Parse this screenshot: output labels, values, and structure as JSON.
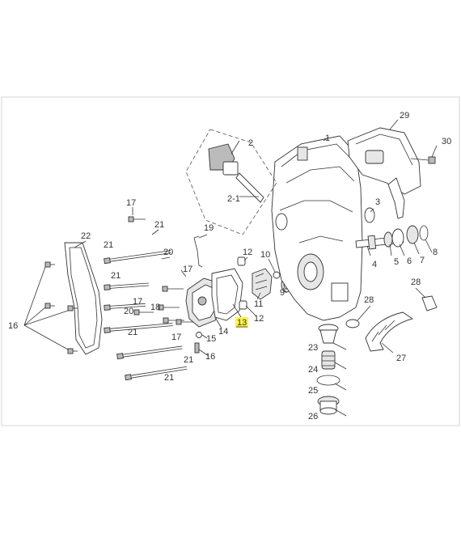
{
  "diagram": {
    "highlight_label": "13",
    "callouts": [
      {
        "id": "c1",
        "label": "1"
      },
      {
        "id": "c2",
        "label": "2"
      },
      {
        "id": "c2-1",
        "label": "2-1"
      },
      {
        "id": "c3",
        "label": "3"
      },
      {
        "id": "c4",
        "label": "4"
      },
      {
        "id": "c5",
        "label": "5"
      },
      {
        "id": "c6",
        "label": "6"
      },
      {
        "id": "c7",
        "label": "7"
      },
      {
        "id": "c8",
        "label": "8"
      },
      {
        "id": "c9",
        "label": "9"
      },
      {
        "id": "c10",
        "label": "10"
      },
      {
        "id": "c11",
        "label": "11"
      },
      {
        "id": "c12a",
        "label": "12"
      },
      {
        "id": "c12b",
        "label": "12"
      },
      {
        "id": "c13",
        "label": "13"
      },
      {
        "id": "c14",
        "label": "14"
      },
      {
        "id": "c15",
        "label": "15"
      },
      {
        "id": "c16a",
        "label": "16"
      },
      {
        "id": "c16b",
        "label": "16"
      },
      {
        "id": "c17a",
        "label": "17"
      },
      {
        "id": "c17b",
        "label": "17"
      },
      {
        "id": "c17c",
        "label": "17"
      },
      {
        "id": "c17d",
        "label": "17"
      },
      {
        "id": "c18",
        "label": "18"
      },
      {
        "id": "c19",
        "label": "19"
      },
      {
        "id": "c20a",
        "label": "20"
      },
      {
        "id": "c20b",
        "label": "20"
      },
      {
        "id": "c21a",
        "label": "21"
      },
      {
        "id": "c21b",
        "label": "21"
      },
      {
        "id": "c21c",
        "label": "21"
      },
      {
        "id": "c21d",
        "label": "21"
      },
      {
        "id": "c21e",
        "label": "21"
      },
      {
        "id": "c21f",
        "label": "21"
      },
      {
        "id": "c22",
        "label": "22"
      },
      {
        "id": "c23",
        "label": "23"
      },
      {
        "id": "c24",
        "label": "24"
      },
      {
        "id": "c25",
        "label": "25"
      },
      {
        "id": "c26",
        "label": "26"
      },
      {
        "id": "c27",
        "label": "27"
      },
      {
        "id": "c28a",
        "label": "28"
      },
      {
        "id": "c28b",
        "label": "28"
      },
      {
        "id": "c29",
        "label": "29"
      },
      {
        "id": "c30",
        "label": "30"
      }
    ]
  }
}
